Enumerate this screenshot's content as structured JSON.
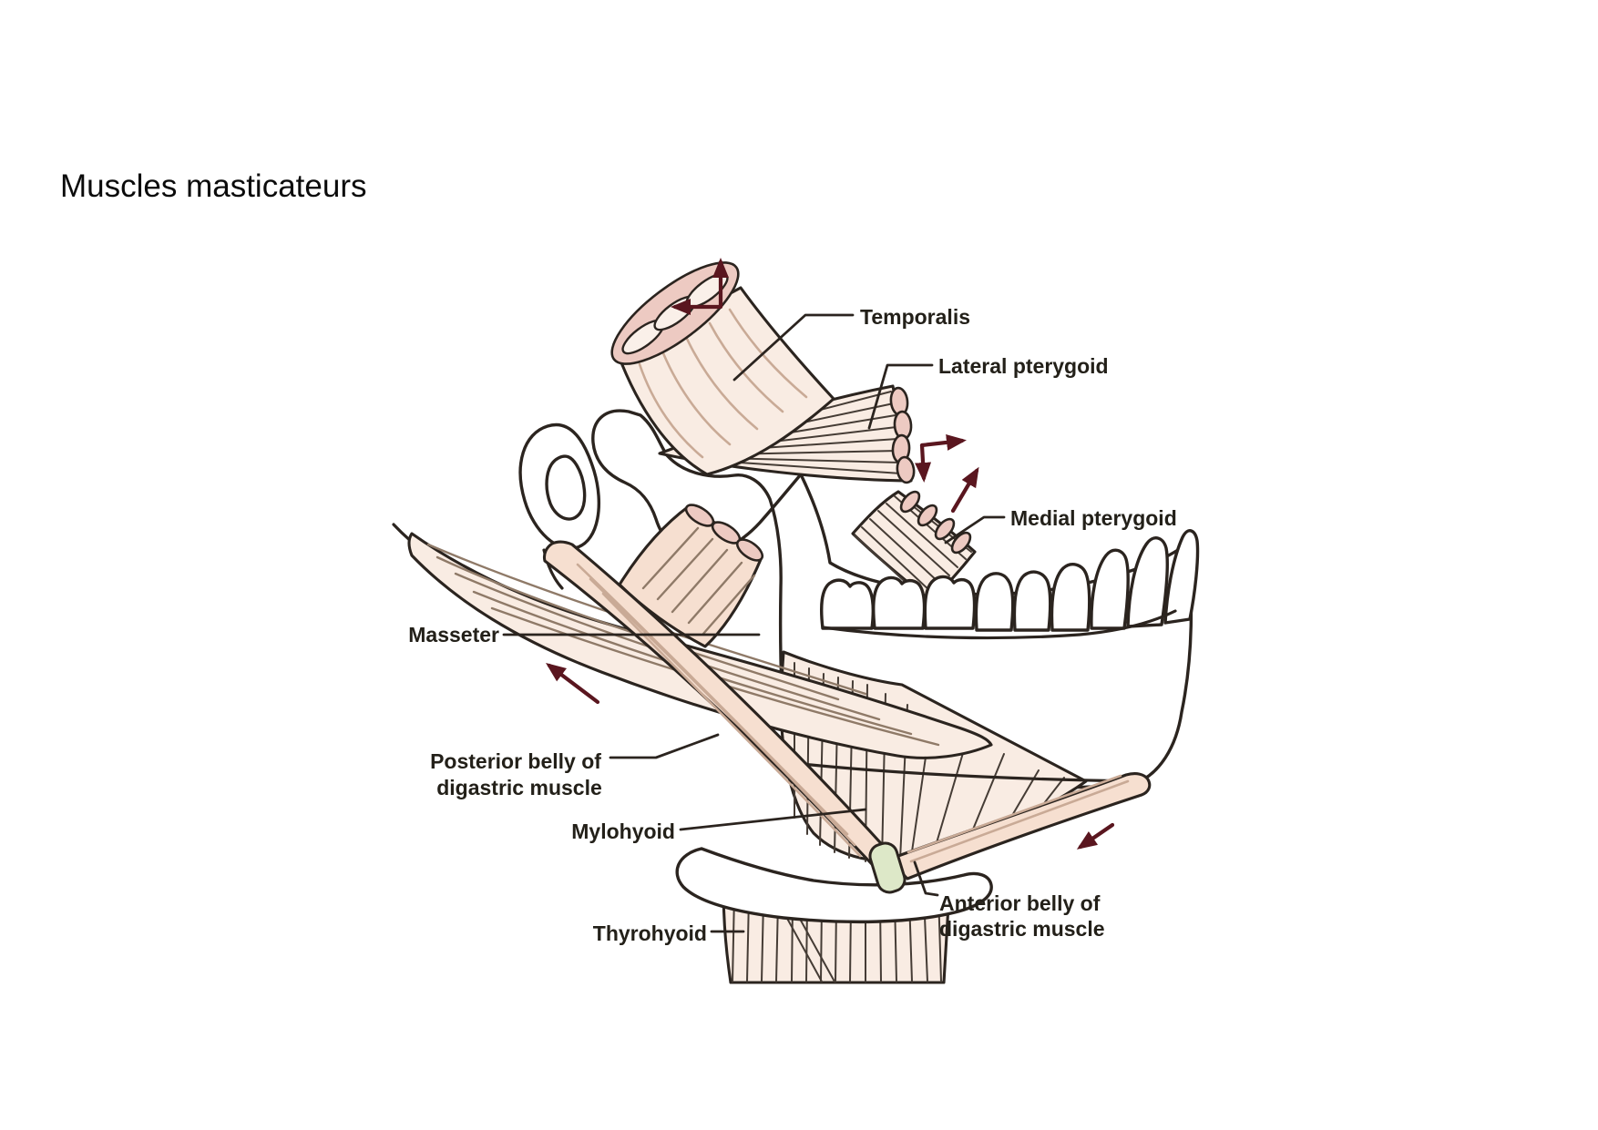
{
  "title": "Muscles masticateurs",
  "diagram": {
    "labels": {
      "temporalis": "Temporalis",
      "lateral_pterygoid": "Lateral pterygoid",
      "medial_pterygoid": "Medial pterygoid",
      "masseter": "Masseter",
      "posterior_digastric_1": "Posterior belly of",
      "posterior_digastric_2": "digastric muscle",
      "mylohyoid": "Mylohyoid",
      "thyrohyoid": "Thyrohyoid",
      "anterior_digastric_1": "Anterior belly of",
      "anterior_digastric_2": "digastric muscle"
    },
    "colors": {
      "outline": "#2b241f",
      "muscle_fill": "#f9ece3",
      "muscle_warm": "#f6dfd0",
      "rim_pink": "#edcac2",
      "lobe_fill": "#faf0e9",
      "striation_light": "#c9aa96",
      "striation_mid": "#8f7a68",
      "striation_dark": "#453c35",
      "arrow_maroon": "#5a161f",
      "sling_green": "#dde8c8",
      "label": "#232019"
    }
  }
}
